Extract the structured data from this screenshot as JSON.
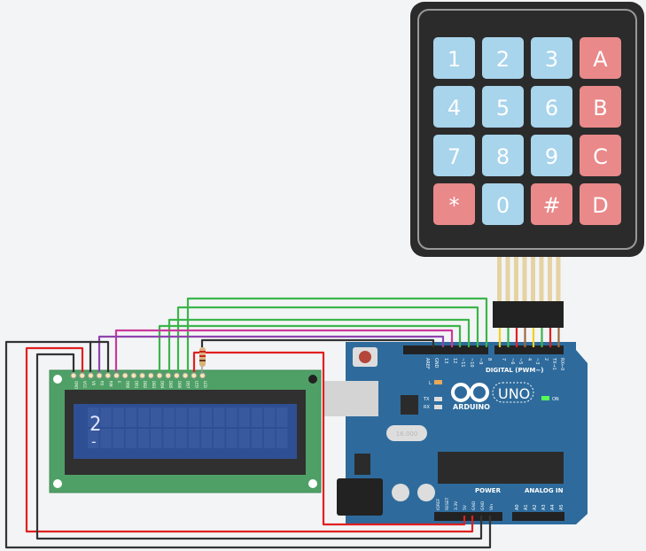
{
  "keypad": {
    "keys": [
      [
        "1",
        "2",
        "3",
        "A"
      ],
      [
        "4",
        "5",
        "6",
        "B"
      ],
      [
        "7",
        "8",
        "9",
        "C"
      ],
      [
        "*",
        "0",
        "#",
        "D"
      ]
    ],
    "digit_color": "#a8d4ec",
    "letter_color": "#e9898a"
  },
  "lcd": {
    "pins": [
      "GND",
      "VCC",
      "V0",
      "RS",
      "RW",
      "E",
      "DB0",
      "DB1",
      "DB2",
      "DB3",
      "DB4",
      "DB5",
      "DB6",
      "DB7",
      "LED",
      "LED"
    ],
    "line1": "2",
    "line2": "-"
  },
  "arduino": {
    "brand": "ARDUINO",
    "model": "UNO",
    "digital_label": "DIGITAL (PWM~)",
    "digital_pins": [
      "AREF",
      "GND",
      "13",
      "12",
      "~11",
      "~10",
      "~9",
      "8",
      "7",
      "~6",
      "~5",
      "4",
      "~3",
      "2",
      "TX→1",
      "RX←0"
    ],
    "power_label": "POWER",
    "power_pins": [
      "IOREF",
      "RESET",
      "3.3V",
      "5V",
      "GND",
      "GND",
      "Vin"
    ],
    "analog_label": "ANALOG IN",
    "analog_pins": [
      "A0",
      "A1",
      "A2",
      "A3",
      "A4",
      "A5"
    ],
    "led_l": "L",
    "led_tx": "TX",
    "led_rx": "RX",
    "led_on": "ON",
    "crystal": "16.000"
  }
}
